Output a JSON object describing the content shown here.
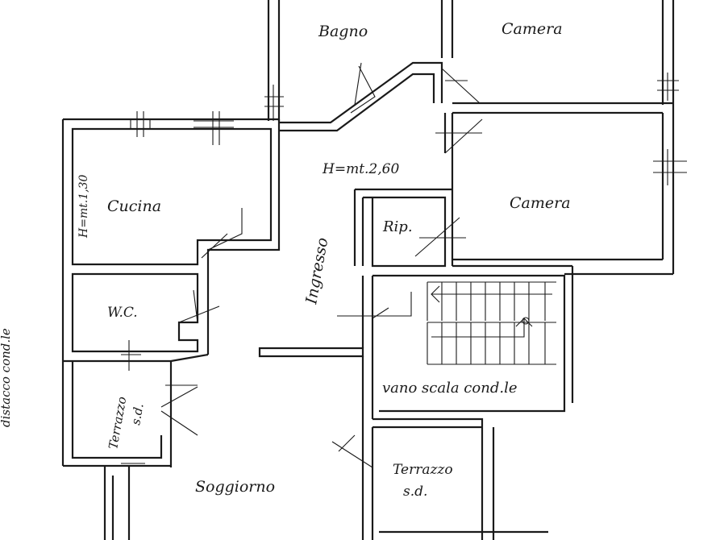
{
  "rooms": {
    "bagno": "Bagno",
    "camera_top": "Camera",
    "camera_mid": "Camera",
    "cucina": "Cucina",
    "ripostiglio": "Rip.",
    "wc": "W.C.",
    "ingresso": "Ingresso",
    "vano_scala": "vano scala cond.le",
    "terrazzo_left": "Terrazzo",
    "terrazzo_left_sd": "s.d.",
    "terrazzo_right": "Terrazzo",
    "terrazzo_right_sd": "s.d.",
    "soggiorno": "Soggiorno"
  },
  "annotations": {
    "height_main": "H=mt.2,60",
    "height_kitchen": "H=mt.1,30",
    "side_note": "distacco cond.le"
  }
}
